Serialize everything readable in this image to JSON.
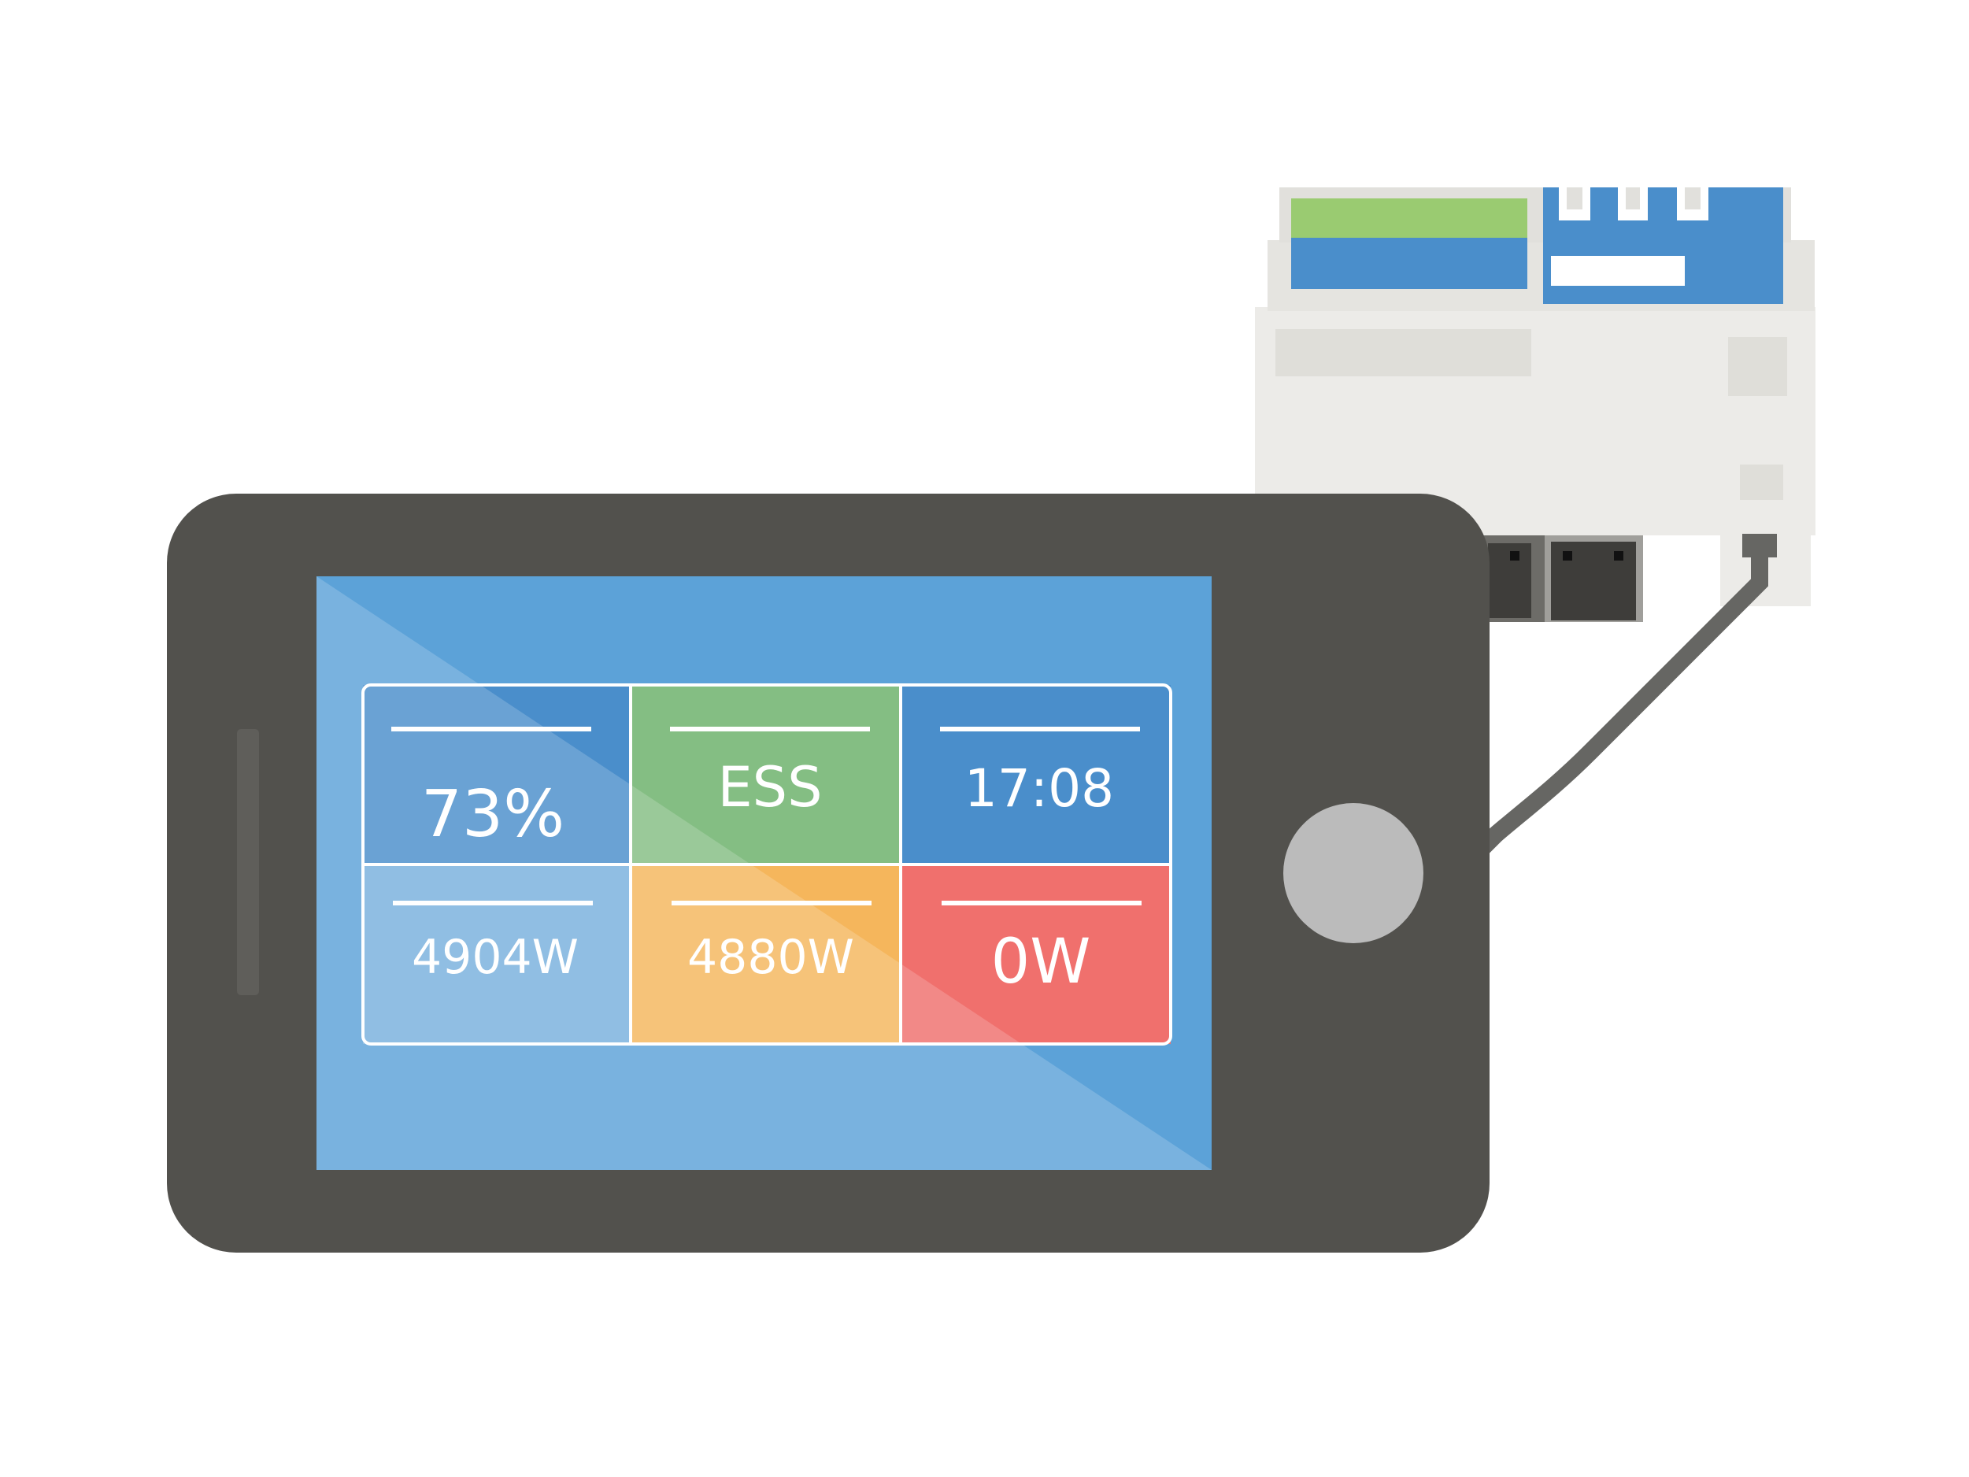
{
  "colors": {
    "phone_body": "#52514d",
    "screen": "#5ca2d8",
    "home_button": "#bbbbbb",
    "tile_soc": "#4a8ecb",
    "tile_mode": "#84be83",
    "tile_time": "#4a8ecb",
    "tile_pv": "#78b0dd",
    "tile_load": "#f5b65c",
    "tile_grid": "#f0706d",
    "device_body": "#ecebe8",
    "device_blue": "#4a8ecb",
    "terminal_green": "#9acb71",
    "cable": "#666663"
  },
  "icons": {
    "home_button": "circle-button",
    "side_button": "volume-slider"
  },
  "dashboard": {
    "tiles": [
      {
        "id": "soc",
        "value": "73%"
      },
      {
        "id": "mode",
        "value": "ESS"
      },
      {
        "id": "time",
        "value": "17:08"
      },
      {
        "id": "pv_power",
        "value": "4904W"
      },
      {
        "id": "load_power",
        "value": "4880W"
      },
      {
        "id": "grid_power",
        "value": "0W"
      }
    ]
  }
}
